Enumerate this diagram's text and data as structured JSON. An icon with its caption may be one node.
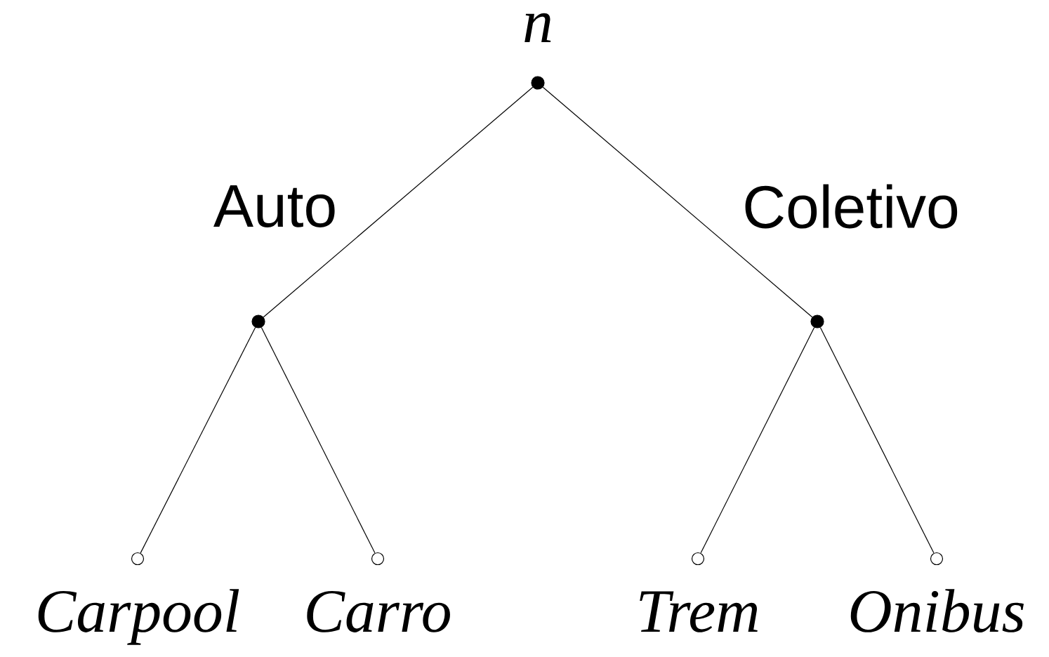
{
  "diagram": {
    "nodes": [
      {
        "text": [
          "n"
        ]
      },
      {
        "text": [],
        "shape": "circle"
      },
      {
        "text": [],
        "shape": "circle"
      },
      {
        "text": [
          "Carpool"
        ]
      },
      {
        "text": [
          "Carro"
        ]
      },
      {
        "text": [
          "Trem"
        ]
      },
      {
        "text": [
          "Onibus"
        ]
      }
    ],
    "edges": [
      {
        "from": 0,
        "to": 1,
        "arrow": "none",
        "label": "Auto"
      },
      {
        "from": 0,
        "to": 2,
        "arrow": "none",
        "label": "Coletivo"
      },
      {
        "from": 1,
        "to": 3,
        "arrow": "none"
      },
      {
        "from": 1,
        "to": 4,
        "arrow": "none"
      },
      {
        "from": 2,
        "to": 5,
        "arrow": "none"
      },
      {
        "from": 2,
        "to": 6,
        "arrow": "none"
      }
    ]
  }
}
